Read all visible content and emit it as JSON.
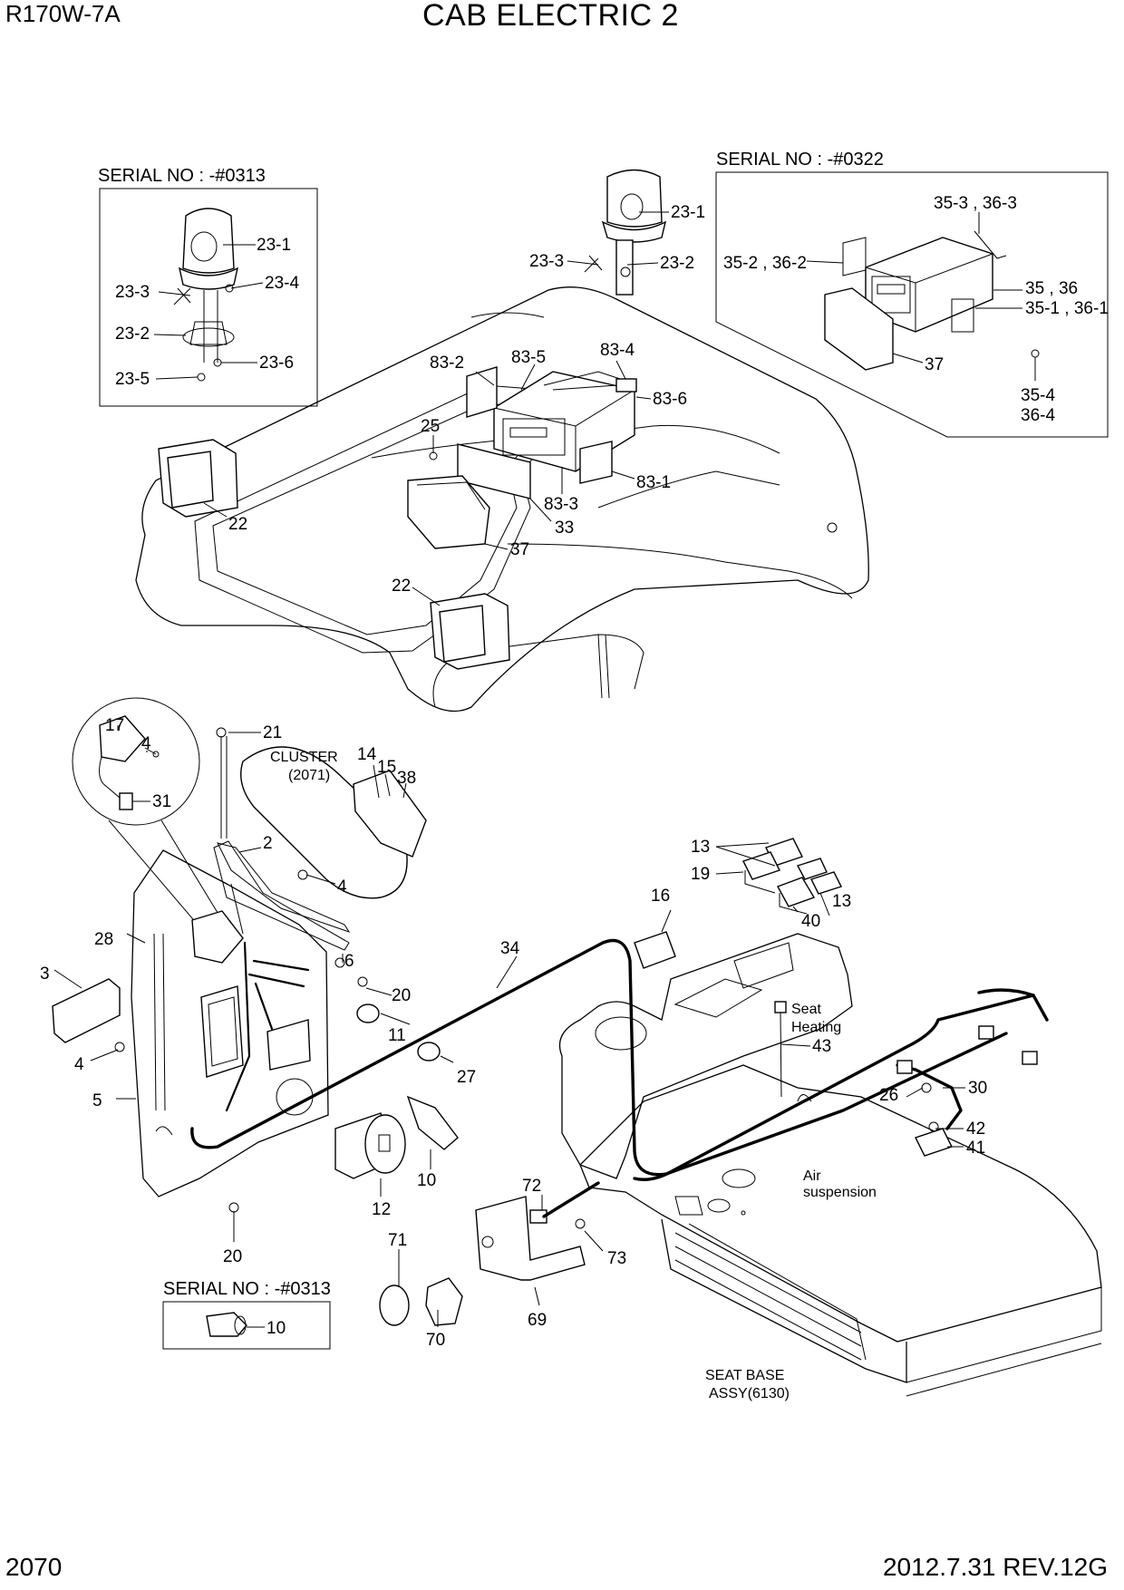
{
  "header": {
    "model": "R170W-7A",
    "title": "CAB ELECTRIC 2"
  },
  "footer": {
    "page": "2070",
    "revision": "2012.7.31  REV.12G"
  },
  "inset_beacon": {
    "serial": "SERIAL NO : -#0313",
    "parts": [
      "23-1",
      "23-3",
      "23-4",
      "23-2",
      "23-6",
      "23-5"
    ]
  },
  "inset_radio": {
    "serial": "SERIAL NO : -#0322",
    "parts": [
      "35-3 , 36-3",
      "35-2 , 36-2",
      "35 , 36",
      "35-1 , 36-1",
      "37",
      "35-4",
      "36-4"
    ]
  },
  "inset_lighter": {
    "serial": "SERIAL NO : -#0313",
    "parts": [
      "10"
    ]
  },
  "roof_parts": [
    "23-1",
    "23-3",
    "23-2",
    "83-2",
    "83-5",
    "83-4",
    "83-6",
    "25",
    "83-3",
    "83-1",
    "33",
    "37",
    "22",
    "22"
  ],
  "console_parts": [
    "17",
    "4",
    "31",
    "21",
    "2",
    "4",
    "6",
    "28",
    "3",
    "4",
    "5",
    "20",
    "11",
    "27",
    "12",
    "10",
    "20",
    "34",
    "14",
    "15",
    "38",
    "13",
    "19",
    "13",
    "40",
    "16",
    "43",
    "26",
    "30",
    "42",
    "41",
    "72",
    "73",
    "71",
    "70",
    "69"
  ],
  "notes": {
    "cluster": "CLUSTER",
    "cluster_ref": "(2071)",
    "seat_heating_1": "Seat",
    "seat_heating_2": "Heating",
    "air_1": "Air",
    "air_2": "suspension",
    "seat_base_1": "SEAT BASE",
    "seat_base_2": "ASSY(6130)"
  }
}
